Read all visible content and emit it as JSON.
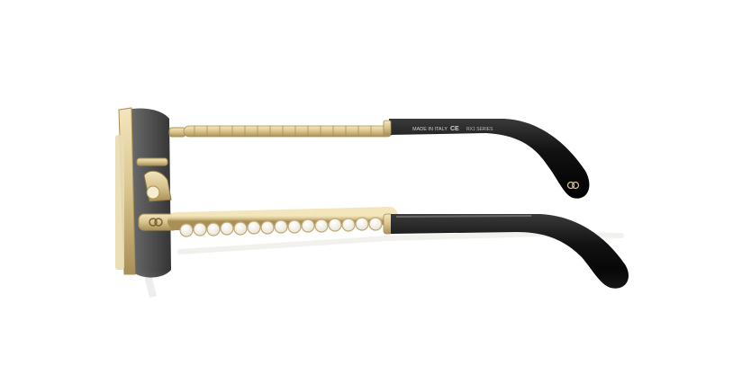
{
  "photo": {
    "alt": "",
    "background_color": "#ffffff",
    "colors": {
      "gold": "#d9c48e",
      "gold_dark": "#a88f56",
      "acetate_black": "#121212",
      "lens_dark": "#3a3a3a",
      "pearl": "#f4f1ea"
    },
    "temple_markings": {
      "made_in": "MADE IN ITALY",
      "ce": "CE",
      "model": "RX1 SERIES"
    }
  }
}
